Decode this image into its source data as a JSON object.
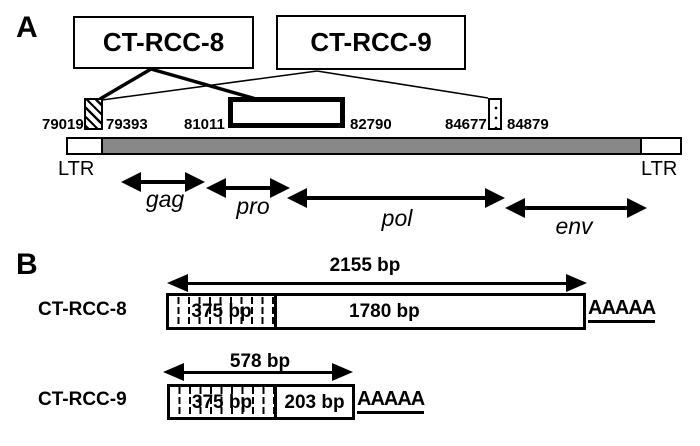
{
  "panelA": {
    "label": "A",
    "transcripts": [
      {
        "label": "CT-RCC-8"
      },
      {
        "label": "CT-RCC-9"
      }
    ],
    "coords": [
      "79019",
      "79393",
      "81011",
      "82790",
      "84677",
      "84879"
    ],
    "ltr_left": "LTR",
    "ltr_right": "LTR",
    "genes": [
      {
        "label": "gag"
      },
      {
        "label": "pro"
      },
      {
        "label": "pol"
      },
      {
        "label": "env"
      }
    ]
  },
  "panelB": {
    "label": "B",
    "rows": [
      {
        "name": "CT-RCC-8",
        "span": "2155 bp",
        "seg1": "375 bp",
        "seg2": "1780 bp",
        "polyA": "AAAAA"
      },
      {
        "name": "CT-RCC-9",
        "span": "578 bp",
        "seg1": "375 bp",
        "seg2": "203 bp",
        "polyA": "AAAAA"
      }
    ]
  },
  "colors": {
    "genome_gray": "#888888",
    "line_black": "#000000"
  }
}
